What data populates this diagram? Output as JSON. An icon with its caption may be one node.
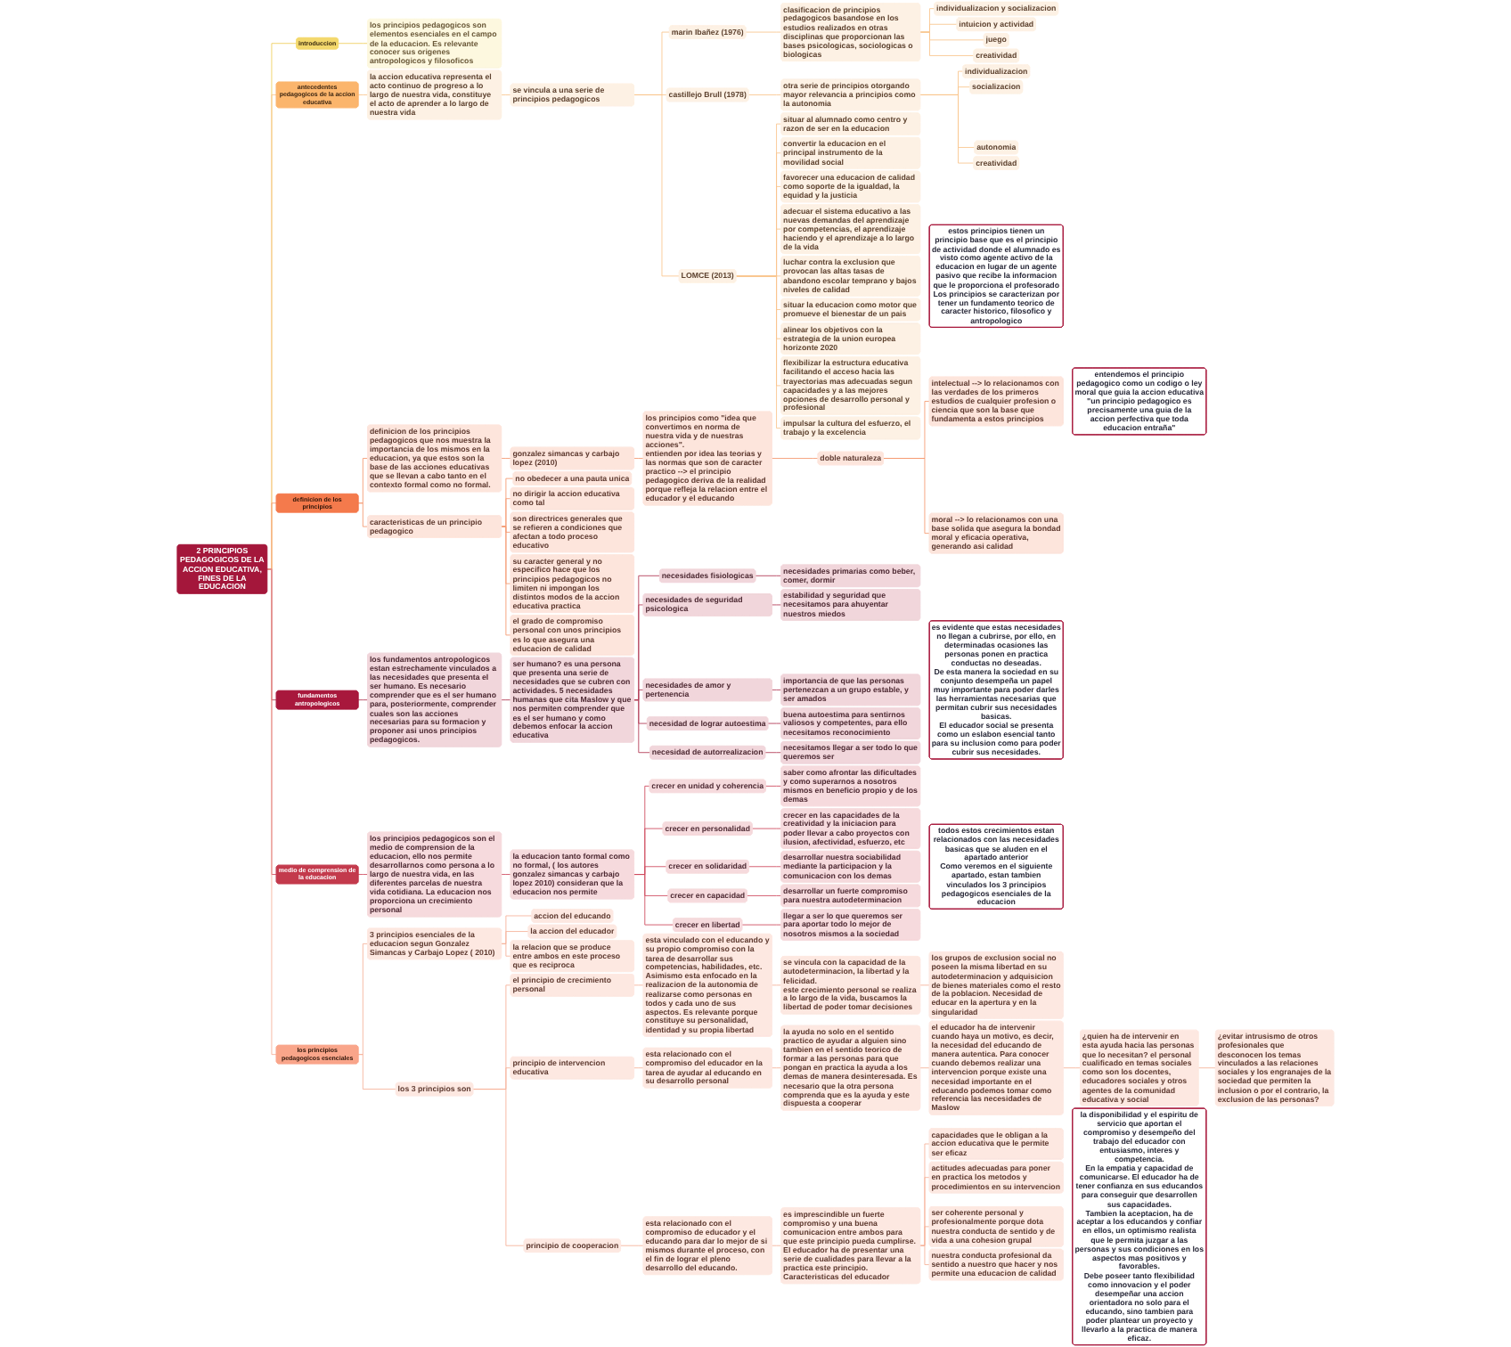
{
  "diagram": {
    "nodes": [
      {
        "text": [
          "2 PRINCIPIOS PEDAGOGICOS DE LA ACCION EDUCATIVA, FINES DE LA EDUCACION"
        ]
      },
      {
        "text": [
          "introduccion"
        ]
      },
      {
        "text": [
          "los principios pedagogicos son elementos esenciales en el campo de la educacion. Es relevante conocer sus origenes antropologicos y filosoficos"
        ]
      },
      {
        "text": [
          "antecedentes pedagogicos de la accion educativa"
        ]
      },
      {
        "text": [
          "la accion educativa representa el acto continuo de progreso a lo largo de nuestra vida, constituye el acto de aprender a lo largo de nuestra vida"
        ]
      },
      {
        "text": [
          "se vincula a una serie de principios pedagogicos"
        ]
      },
      {
        "text": [
          "marin Ibañez (1976)"
        ]
      },
      {
        "text": [
          "clasificacion de principios pedagogicos basandose en los estudios realizados en otras disciplinas que proporcionan las bases psicologicas, sociologicas o biologicas"
        ]
      },
      {
        "text": [
          "individualizacion y socializacion"
        ]
      },
      {
        "text": [
          "intuicion y actividad"
        ]
      },
      {
        "text": [
          "juego"
        ]
      },
      {
        "text": [
          "creatividad"
        ]
      },
      {
        "text": [
          "castillejo Brull (1978)"
        ]
      },
      {
        "text": [
          "otra serie de principios otorgando mayor relevancia a principios como la autonomia"
        ]
      },
      {
        "text": [
          "individualizacion"
        ]
      },
      {
        "text": [
          "socializacion"
        ]
      },
      {
        "text": [
          "autonomia"
        ]
      },
      {
        "text": [
          "creatividad"
        ]
      },
      {
        "text": [
          "LOMCE (2013)"
        ]
      },
      {
        "text": [
          "situar al alumnado como centro y razon de ser en la educacion"
        ]
      },
      {
        "text": [
          "convertir la educacion en el principal instrumento de la movilidad social"
        ]
      },
      {
        "text": [
          "favorecer una educacion de calidad como soporte de la igualdad, la equidad y la justicia"
        ]
      },
      {
        "text": [
          "adecuar el sistema educativo a las nuevas demandas del aprendizaje por competencias, el aprendizaje haciendo y el aprendizaje a lo largo de la vida"
        ]
      },
      {
        "text": [
          "luchar contra la exclusion que provocan las altas tasas de abandono escolar temprano y bajos niveles de calidad"
        ]
      },
      {
        "text": [
          "situar la educacion como motor que promueve el bienestar de un pais"
        ]
      },
      {
        "text": [
          "alinear los objetivos con la estrategia de la union europea horizonte 2020"
        ]
      },
      {
        "text": [
          "flexibilizar la estructura educativa facilitando el acceso hacia las trayectorias mas adecuadas segun capacidades y a las mejores opciones de desarrollo personal y profesional"
        ]
      },
      {
        "text": [
          "impulsar la cultura del esfuerzo, el trabajo y la excelencia"
        ]
      },
      {
        "text": [
          "estos principios tienen un principio base que es el principio de actividad donde el alumnado es visto como agente activo de la educacion en lugar de un agente pasivo que recibe la informacion que le proporciona el profesorado",
          "Los principios se caracterizan por tener un fundamento teorico de caracter historico, filosofico y antropologico"
        ]
      },
      {
        "text": [
          "definicion de los principios"
        ]
      },
      {
        "text": [
          "definicion de los principios pedagogicos que nos muestra la importancia de los mismos en la educacion, ya que estos son la base de las acciones educativas que se llevan a cabo tanto en el contexto formal como no formal."
        ]
      },
      {
        "text": [
          "gonzalez simancas y carbajo lopez (2010)"
        ]
      },
      {
        "text": [
          "los principios como \"idea que convertimos en norma de nuestra vida y de nuestras acciones\".",
          "entienden por idea las teorias y las normas que son de caracter practico --> el principio pedagogico deriva de la realidad porque refleja la relacion entre el educador y el educando"
        ]
      },
      {
        "text": [
          "doble naturaleza"
        ]
      },
      {
        "text": [
          "intelectual --> lo relacionamos con las verdades de los primeros estudios de cualquier profesion o ciencia que son la base que fundamenta a estos principios"
        ]
      },
      {
        "text": [
          "moral --> lo relacionamos con una base solida que asegura la bondad moral y eficacia operativa, generando asi calidad"
        ]
      },
      {
        "text": [
          "entendemos el principio pedagogico como un codigo o ley moral que guia la accion educativa",
          "\"un principio pedagogico es precisamente una guia de la accion perfectiva que toda educacion entraña\""
        ]
      },
      {
        "text": [
          "caracteristicas de un principio pedagogico"
        ]
      },
      {
        "text": [
          "no obedecer a una pauta unica"
        ]
      },
      {
        "text": [
          "no dirigir la accion educativa como tal"
        ]
      },
      {
        "text": [
          "son directrices generales que se refieren a condiciones que afectan a todo proceso educativo"
        ]
      },
      {
        "text": [
          "su caracter general y no especifico hace que los principios pedagogicos no limiten ni impongan los distintos modos de la accion educativa practica"
        ]
      },
      {
        "text": [
          "el grado de compromiso personal con unos principios es lo que asegura una educacion de calidad"
        ]
      },
      {
        "text": [
          "fundamentos antropologicos"
        ]
      },
      {
        "text": [
          "los fundamentos antropologicos estan estrechamente vinculados a las necesidades que presenta el ser humano. Es necesario comprender que es el ser humano para, posteriormente, comprender cuales son las acciones necesarias para su formacion y proponer asi unos principios pedagogicos."
        ]
      },
      {
        "text": [
          "ser humano? es una persona que presenta una serie de necesidades que se cubren con actividades. 5 necesidades humanas que cita Maslow y que nos permiten comprender que es el ser humano y como debemos enfocar la accion educativa"
        ]
      },
      {
        "text": [
          "necesidades fisiologicas"
        ]
      },
      {
        "text": [
          "necesidades primarias como beber, comer, dormir"
        ]
      },
      {
        "text": [
          "necesidades de seguridad psicologica"
        ]
      },
      {
        "text": [
          "estabilidad y seguridad que necesitamos para ahuyentar nuestros miedos"
        ]
      },
      {
        "text": [
          "necesidades de amor y pertenencia"
        ]
      },
      {
        "text": [
          "importancia de que las personas pertenezcan a un grupo estable, y ser amados"
        ]
      },
      {
        "text": [
          "necesidad de lograr autoestima"
        ]
      },
      {
        "text": [
          "buena autoestima para sentirnos valiosos y competentes, para ello necesitamos reconocimiento"
        ]
      },
      {
        "text": [
          "necesidad de autorrealizacion"
        ]
      },
      {
        "text": [
          "necesitamos llegar a ser todo lo que queremos ser"
        ]
      },
      {
        "text": [
          "es evidente que estas necesidades no llegan a cubrirse, por ello, en determinadas ocasiones las personas ponen en practica conductas no deseadas.",
          "De esta manera la sociedad en su conjunto desempeña un papel muy importante para poder darles las herramientas necesarias que permitan cubrir sus necesidades basicas.",
          "El educador social se presenta como un eslabon esencial tanto para su inclusion como para poder cubrir sus necesidades."
        ]
      },
      {
        "text": [
          "medio de comprension de la educacion"
        ]
      },
      {
        "text": [
          "los principios pedagogicos son el medio de comprension de la educacion, ello nos permite desarrollarnos como persona a lo largo de nuestra vida, en las diferentes parcelas de nuestra vida cotidiana. La educacion nos proporciona un crecimiento personal"
        ]
      },
      {
        "text": [
          "la educacion tanto formal como no formal, ( los autores gonzalez simancas y carbajo lopez 2010) consideran que la educacion nos permite"
        ]
      },
      {
        "text": [
          "crecer en unidad y coherencia"
        ]
      },
      {
        "text": [
          "saber como afrontar las dificultades y como superarnos a nosotros mismos en beneficio propio y de los demas"
        ]
      },
      {
        "text": [
          "crecer en personalidad"
        ]
      },
      {
        "text": [
          "crecer en las capacidades de la creatividad y la iniciacion para poder llevar a cabo proyectos con ilusion, afectividad, esfuerzo, etc"
        ]
      },
      {
        "text": [
          "crecer en solidaridad"
        ]
      },
      {
        "text": [
          "desarrollar nuestra sociabilidad mediante la participacion y la comunicacion con los demas"
        ]
      },
      {
        "text": [
          "crecer en capacidad"
        ]
      },
      {
        "text": [
          "desarrollar un fuerte compromiso para nuestra autodeterminacion"
        ]
      },
      {
        "text": [
          "crecer en libertad"
        ]
      },
      {
        "text": [
          "llegar a ser lo que queremos ser para aportar todo lo mejor de nosotros mismos a la sociedad"
        ]
      },
      {
        "text": [
          "todos estos crecimientos estan relacionados con las necesidades basicas que se aluden en el apartado anterior",
          "Como veremos en el siguiente apartado, estan tambien vinculados los 3 principios pedagogicos esenciales de la educacion"
        ]
      },
      {
        "text": [
          "los principios pedagogicos esenciales"
        ]
      },
      {
        "text": [
          "3 principios esenciales de la educacion segun Gonzalez Simancas y Carbajo Lopez ( 2010)"
        ]
      },
      {
        "text": [
          "accion del educando"
        ]
      },
      {
        "text": [
          "la accion del educador"
        ]
      },
      {
        "text": [
          "la relacion que se produce entre ambos en este proceso que es reciproca"
        ]
      },
      {
        "text": [
          "los 3 principios son"
        ]
      },
      {
        "text": [
          "el principio de crecimiento personal"
        ]
      },
      {
        "text": [
          "esta vinculado con el educando y su propio compromiso con la tarea de desarrollar sus competencias, habilidades, etc. Asimismo esta enfocado en la realizacion de la autonomia de realizarse como personas en todos y cada uno de sus aspectos. Es relevante porque constituye su personalidad, identidad y su propia libertad"
        ]
      },
      {
        "text": [
          "se vincula con la capacidad de la autodeterminacion, la libertad y la felicidad.",
          "este crecimiento personal se realiza a lo largo de la vida, buscamos la libertad de poder tomar decisiones"
        ]
      },
      {
        "text": [
          "los grupos de exclusion social no poseen la misma libertad en su autodeterminacion y adquisicion de bienes materiales como el resto de la poblacion. Necesidad de educar en la apertura y en la singularidad"
        ]
      },
      {
        "text": [
          "principio de intervencion educativa"
        ]
      },
      {
        "text": [
          "esta relacionado con el compromiso del educador en la tarea de ayudar al educando en su desarrollo personal"
        ]
      },
      {
        "text": [
          "la ayuda no solo en el sentido practico de ayudar a alguien sino tambien en el sentido teorico de formar a las personas para que pongan en practica la ayuda a los demas de manera desinteresada. Es necesario que la otra persona comprenda que es la ayuda y este dispuesta a cooperar"
        ]
      },
      {
        "text": [
          "el educador ha de intervenir cuando haya un motivo, es decir, la necesidad del educando de manera autentica. Para conocer cuando debemos realizar una intervencion porque existe una necesidad importante en el educando podemos tomar como referencia las necesidades de Maslow"
        ]
      },
      {
        "text": [
          "¿quien ha de intervenir en esta ayuda hacia las personas que lo necesitan? el personal cualificado en temas sociales como son los docentes, educadores sociales y otros agentes de la comunidad educativa y social"
        ]
      },
      {
        "text": [
          "¿evitar intrusismo de otros profesionales que desconocen los temas vinculados a las relaciones sociales y los engranajes de la sociedad que permiten la inclusion o por el contrario, la exclusion de las personas?"
        ]
      },
      {
        "text": [
          "principio de cooperacion"
        ]
      },
      {
        "text": [
          "esta relacionado con el compromiso de educador y el educando para dar lo mejor de si mismos durante el proceso, con el fin de lograr el pleno desarrollo del educando."
        ]
      },
      {
        "text": [
          "es imprescindible un fuerte compromiso y una buena comunicacion entre ambos para que este principio pueda cumplirse. El educador ha de presentar una serie de cualidades para llevar a la practica este principio. Caracteristicas del educador"
        ]
      },
      {
        "text": [
          "capacidades que le obligan a la accion educativa que le permite ser eficaz"
        ]
      },
      {
        "text": [
          "actitudes adecuadas para poner en practica los metodos y procedimientos en su intervencion"
        ]
      },
      {
        "text": [
          "ser coherente personal y profesionalmente porque dota nuestra conducta de sentido y de vida a una cohesion grupal"
        ]
      },
      {
        "text": [
          "nuestra conducta profesional da sentido a nuestro que hacer y nos permite una educacion de calidad"
        ]
      },
      {
        "text": [
          "la disponibilidad y el espiritu de servicio que aportan el compromiso y desempeño del trabajo del educador con entusiasmo, interes y competencia.",
          "En la empatia y capacidad de comunicarse. El educador ha de tener confianza en sus educandos para conseguir que desarrollen sus capacidades.",
          "Tambien la aceptacion, ha de aceptar a los educandos y confiar en ellos, un optimismo realista que le permita juzgar a las personas y sus condiciones en los aspectos mas positivos y favorables.",
          "Debe poseer tanto flexibilidad como innovacion y el poder desempeñar una accion orientadora no solo para el educando, sino tambien para poder plantear un proyecto y llevarlo a la practica de manera eficaz."
        ]
      }
    ],
    "edges": [
      {
        "from": 0,
        "to": 1,
        "arrow": "none",
        "color": "#efcf5e"
      },
      {
        "from": 1,
        "to": 2,
        "arrow": "none",
        "color": "#efcf5e"
      },
      {
        "from": 0,
        "to": 3,
        "arrow": "none"
      },
      {
        "from": 3,
        "to": 4,
        "arrow": "none"
      },
      {
        "from": 4,
        "to": 5,
        "arrow": "none"
      },
      {
        "from": 5,
        "to": 6,
        "arrow": "none"
      },
      {
        "from": 6,
        "to": 7,
        "arrow": "none"
      },
      {
        "from": 7,
        "to": 8,
        "arrow": "none"
      },
      {
        "from": 7,
        "to": 9,
        "arrow": "none"
      },
      {
        "from": 7,
        "to": 10,
        "arrow": "none"
      },
      {
        "from": 7,
        "to": 11,
        "arrow": "none"
      },
      {
        "from": 5,
        "to": 12,
        "arrow": "none"
      },
      {
        "from": 12,
        "to": 13,
        "arrow": "none"
      },
      {
        "from": 13,
        "to": 14,
        "arrow": "none"
      },
      {
        "from": 13,
        "to": 15,
        "arrow": "none"
      },
      {
        "from": 13,
        "to": 16,
        "arrow": "none"
      },
      {
        "from": 13,
        "to": 17,
        "arrow": "none"
      },
      {
        "from": 5,
        "to": 18,
        "arrow": "none"
      },
      {
        "from": 18,
        "to": 19,
        "arrow": "none"
      },
      {
        "from": 18,
        "to": 20,
        "arrow": "none"
      },
      {
        "from": 18,
        "to": 21,
        "arrow": "none"
      },
      {
        "from": 18,
        "to": 22,
        "arrow": "none"
      },
      {
        "from": 18,
        "to": 23,
        "arrow": "none"
      },
      {
        "from": 18,
        "to": 24,
        "arrow": "none"
      },
      {
        "from": 18,
        "to": 25,
        "arrow": "none"
      },
      {
        "from": 18,
        "to": 26,
        "arrow": "none"
      },
      {
        "from": 18,
        "to": 27,
        "arrow": "none"
      },
      {
        "from": 0,
        "to": 29,
        "arrow": "none",
        "color": "#f59a72"
      },
      {
        "from": 29,
        "to": 30,
        "arrow": "none",
        "color": "#f59a72"
      },
      {
        "from": 30,
        "to": 31,
        "arrow": "none",
        "color": "#f59a72"
      },
      {
        "from": 31,
        "to": 32,
        "arrow": "none",
        "color": "#f59a72"
      },
      {
        "from": 32,
        "to": 33,
        "arrow": "none",
        "color": "#f59a72"
      },
      {
        "from": 33,
        "to": 34,
        "arrow": "none",
        "color": "#f59a72"
      },
      {
        "from": 33,
        "to": 35,
        "arrow": "none",
        "color": "#f59a72"
      },
      {
        "from": 29,
        "to": 37,
        "arrow": "none",
        "color": "#f59a72"
      },
      {
        "from": 37,
        "to": 38,
        "arrow": "none",
        "color": "#f59a72"
      },
      {
        "from": 37,
        "to": 39,
        "arrow": "none",
        "color": "#f59a72"
      },
      {
        "from": 37,
        "to": 40,
        "arrow": "none",
        "color": "#f59a72"
      },
      {
        "from": 37,
        "to": 41,
        "arrow": "none",
        "color": "#f59a72"
      },
      {
        "from": 37,
        "to": 42,
        "arrow": "none",
        "color": "#f59a72"
      },
      {
        "from": 0,
        "to": 43,
        "arrow": "none",
        "color": "#b23a55"
      },
      {
        "from": 43,
        "to": 44,
        "arrow": "none",
        "color": "#b23a55"
      },
      {
        "from": 44,
        "to": 45,
        "arrow": "none",
        "color": "#b23a55"
      },
      {
        "from": 45,
        "to": 46,
        "arrow": "none",
        "color": "#b23a55"
      },
      {
        "from": 46,
        "to": 47,
        "arrow": "none",
        "color": "#b23a55"
      },
      {
        "from": 45,
        "to": 48,
        "arrow": "none",
        "color": "#b23a55"
      },
      {
        "from": 48,
        "to": 49,
        "arrow": "none",
        "color": "#b23a55"
      },
      {
        "from": 45,
        "to": 50,
        "arrow": "none",
        "color": "#b23a55"
      },
      {
        "from": 50,
        "to": 51,
        "arrow": "none",
        "color": "#b23a55"
      },
      {
        "from": 45,
        "to": 52,
        "arrow": "none",
        "color": "#b23a55"
      },
      {
        "from": 52,
        "to": 53,
        "arrow": "none",
        "color": "#b23a55"
      },
      {
        "from": 45,
        "to": 54,
        "arrow": "none",
        "color": "#b23a55"
      },
      {
        "from": 54,
        "to": 55,
        "arrow": "none",
        "color": "#b23a55"
      },
      {
        "from": 0,
        "to": 57,
        "arrow": "none",
        "color": "#cf4a5e"
      },
      {
        "from": 57,
        "to": 58,
        "arrow": "none",
        "color": "#cf4a5e"
      },
      {
        "from": 58,
        "to": 59,
        "arrow": "none",
        "color": "#cf4a5e"
      },
      {
        "from": 59,
        "to": 60,
        "arrow": "none",
        "color": "#cf4a5e"
      },
      {
        "from": 60,
        "to": 61,
        "arrow": "none",
        "color": "#cf4a5e"
      },
      {
        "from": 59,
        "to": 62,
        "arrow": "none",
        "color": "#cf4a5e"
      },
      {
        "from": 62,
        "to": 63,
        "arrow": "none",
        "color": "#cf4a5e"
      },
      {
        "from": 59,
        "to": 64,
        "arrow": "none",
        "color": "#cf4a5e"
      },
      {
        "from": 64,
        "to": 65,
        "arrow": "none",
        "color": "#cf4a5e"
      },
      {
        "from": 59,
        "to": 66,
        "arrow": "none",
        "color": "#cf4a5e"
      },
      {
        "from": 66,
        "to": 67,
        "arrow": "none",
        "color": "#cf4a5e"
      },
      {
        "from": 59,
        "to": 68,
        "arrow": "none",
        "color": "#cf4a5e"
      },
      {
        "from": 68,
        "to": 69,
        "arrow": "none",
        "color": "#cf4a5e"
      },
      {
        "from": 0,
        "to": 71,
        "arrow": "none",
        "color": "#f6b29a"
      },
      {
        "from": 71,
        "to": 72,
        "arrow": "none",
        "color": "#f6b29a"
      },
      {
        "from": 72,
        "to": 73,
        "arrow": "none",
        "color": "#f6b29a"
      },
      {
        "from": 72,
        "to": 74,
        "arrow": "none",
        "color": "#f6b29a"
      },
      {
        "from": 72,
        "to": 75,
        "arrow": "none",
        "color": "#f6b29a"
      },
      {
        "from": 71,
        "to": 76,
        "arrow": "none",
        "color": "#f6b29a"
      },
      {
        "from": 76,
        "to": 77,
        "arrow": "none",
        "color": "#f6b29a"
      },
      {
        "from": 77,
        "to": 78,
        "arrow": "none",
        "color": "#f6b29a"
      },
      {
        "from": 78,
        "to": 79,
        "arrow": "none",
        "color": "#f6b29a"
      },
      {
        "from": 79,
        "to": 80,
        "arrow": "none",
        "color": "#f6b29a"
      },
      {
        "from": 76,
        "to": 81,
        "arrow": "none",
        "color": "#f6b29a"
      },
      {
        "from": 81,
        "to": 82,
        "arrow": "none",
        "color": "#f6b29a"
      },
      {
        "from": 82,
        "to": 83,
        "arrow": "none",
        "color": "#f6b29a"
      },
      {
        "from": 83,
        "to": 84,
        "arrow": "none",
        "color": "#f6b29a"
      },
      {
        "from": 84,
        "to": 85,
        "arrow": "none",
        "color": "#f6b29a"
      },
      {
        "from": 85,
        "to": 86,
        "arrow": "none",
        "color": "#f6b29a"
      },
      {
        "from": 76,
        "to": 87,
        "arrow": "none",
        "color": "#f6b29a"
      },
      {
        "from": 87,
        "to": 88,
        "arrow": "none",
        "color": "#f6b29a"
      },
      {
        "from": 88,
        "to": 89,
        "arrow": "none",
        "color": "#f6b29a"
      },
      {
        "from": 89,
        "to": 90,
        "arrow": "none",
        "color": "#f6b29a"
      },
      {
        "from": 89,
        "to": 91,
        "arrow": "none",
        "color": "#f6b29a"
      },
      {
        "from": 89,
        "to": 92,
        "arrow": "none",
        "color": "#f6b29a"
      },
      {
        "from": 89,
        "to": 93,
        "arrow": "none",
        "color": "#f6b29a"
      }
    ]
  }
}
